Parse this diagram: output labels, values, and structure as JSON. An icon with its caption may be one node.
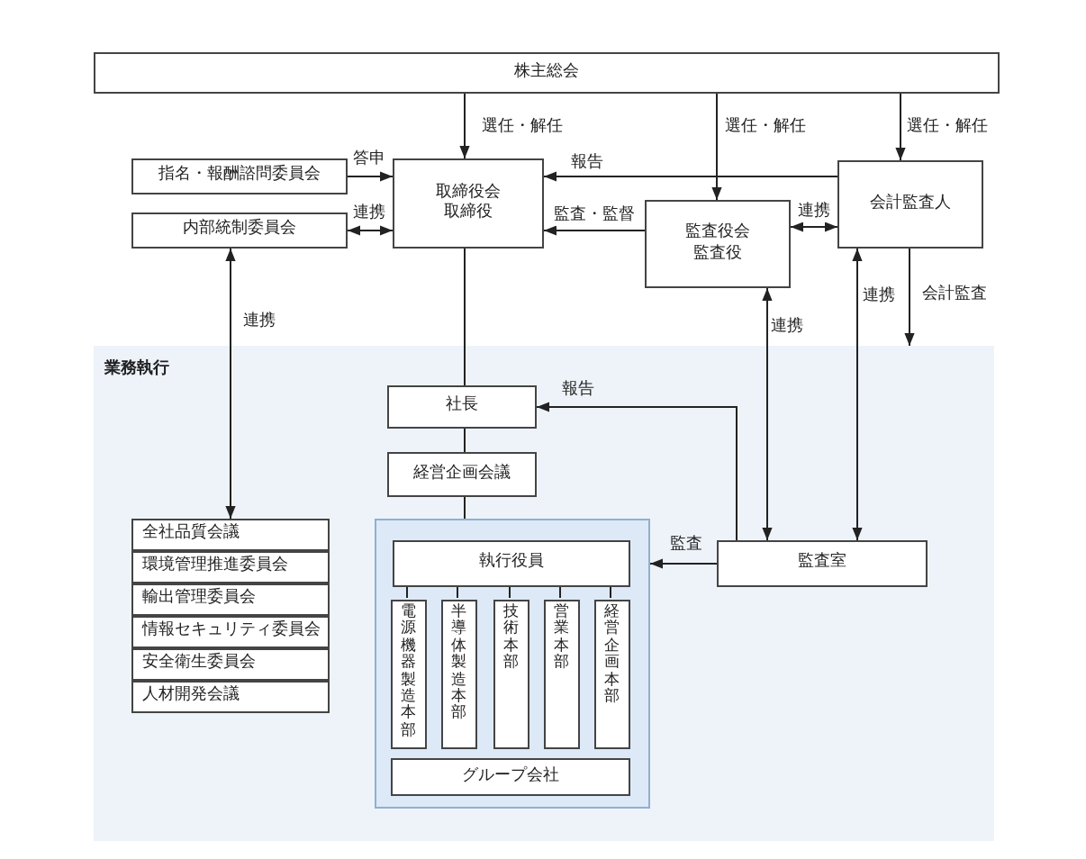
{
  "diagram": {
    "nodes": [
      {
        "text": [
          "株主総会"
        ]
      },
      {
        "text": [
          "指名・報酬諮問委員会"
        ]
      },
      {
        "text": [
          "内部統制委員会"
        ]
      },
      {
        "text": [
          "取締役会取締役"
        ]
      },
      {
        "text": [
          "監査役会監査役"
        ]
      },
      {
        "text": [
          "会計監査人"
        ]
      },
      {
        "text": [
          "業務執行"
        ]
      },
      {
        "text": [
          "社長"
        ],
        "in": 6
      },
      {
        "text": [
          "経営企画会議"
        ],
        "in": 6
      },
      {
        "text": [
          "全社品質会議"
        ],
        "in": 6
      },
      {
        "text": [
          "環境管理推進委員会"
        ],
        "in": 6
      },
      {
        "text": [
          "輸出管理委員会"
        ],
        "in": 6
      },
      {
        "text": [
          "情報セキュリティ委員会"
        ],
        "in": 6
      },
      {
        "text": [
          "安全衛生委員会"
        ],
        "in": 6
      },
      {
        "text": [
          "人材開発会議"
        ],
        "in": 6
      },
      {
        "text": [],
        "shape": "box",
        "in": 6
      },
      {
        "text": [
          "執行役員"
        ],
        "in": 15
      },
      {
        "text": [
          "電源機器製造本部"
        ],
        "in": 15
      },
      {
        "text": [
          "半導体製造本部"
        ],
        "in": 15
      },
      {
        "text": [
          "技術本部"
        ],
        "in": 15
      },
      {
        "text": [
          "営業本部"
        ],
        "in": 15
      },
      {
        "text": [
          "経営企画本部"
        ],
        "in": 15
      },
      {
        "text": [
          "グループ会社"
        ],
        "in": 15
      },
      {
        "text": [
          "監査室"
        ],
        "in": 6
      }
    ],
    "edges": [
      {
        "from": 0,
        "to": 3,
        "arrow": "to",
        "label": "選任・解任"
      },
      {
        "from": 0,
        "to": 4,
        "arrow": "to",
        "label": "選任・解任"
      },
      {
        "from": 0,
        "to": 5,
        "arrow": "to",
        "label": "選任・解任"
      },
      {
        "from": 1,
        "to": 3,
        "arrow": "to",
        "label": "答申"
      },
      {
        "from": 2,
        "to": 3,
        "arrow": "both",
        "label": "連携"
      },
      {
        "from": 5,
        "to": 3,
        "arrow": "to",
        "label": "報告"
      },
      {
        "from": 4,
        "to": 3,
        "arrow": "to",
        "label": "監査・監督"
      },
      {
        "from": 4,
        "to": 5,
        "arrow": "both",
        "label": "連携"
      },
      {
        "from": 5,
        "to": 6,
        "arrow": "to",
        "label": "会計監査"
      },
      {
        "from": 2,
        "to": 9,
        "arrow": "both",
        "label": "連携"
      },
      {
        "from": 4,
        "to": 23,
        "arrow": "both",
        "label": "連携"
      },
      {
        "from": 5,
        "to": 23,
        "arrow": "both",
        "label": "連携"
      },
      {
        "from": 3,
        "to": 7,
        "arrow": "none"
      },
      {
        "from": 7,
        "to": 8,
        "arrow": "none"
      },
      {
        "from": 8,
        "to": 15,
        "arrow": "none"
      },
      {
        "from": 16,
        "to": 17,
        "arrow": "none"
      },
      {
        "from": 16,
        "to": 18,
        "arrow": "none"
      },
      {
        "from": 16,
        "to": 19,
        "arrow": "none"
      },
      {
        "from": 16,
        "to": 20,
        "arrow": "none"
      },
      {
        "from": 16,
        "to": 21,
        "arrow": "none"
      },
      {
        "from": 23,
        "to": 7,
        "arrow": "to",
        "label": "報告"
      },
      {
        "from": 23,
        "to": 15,
        "arrow": "to",
        "label": "監査"
      }
    ]
  }
}
